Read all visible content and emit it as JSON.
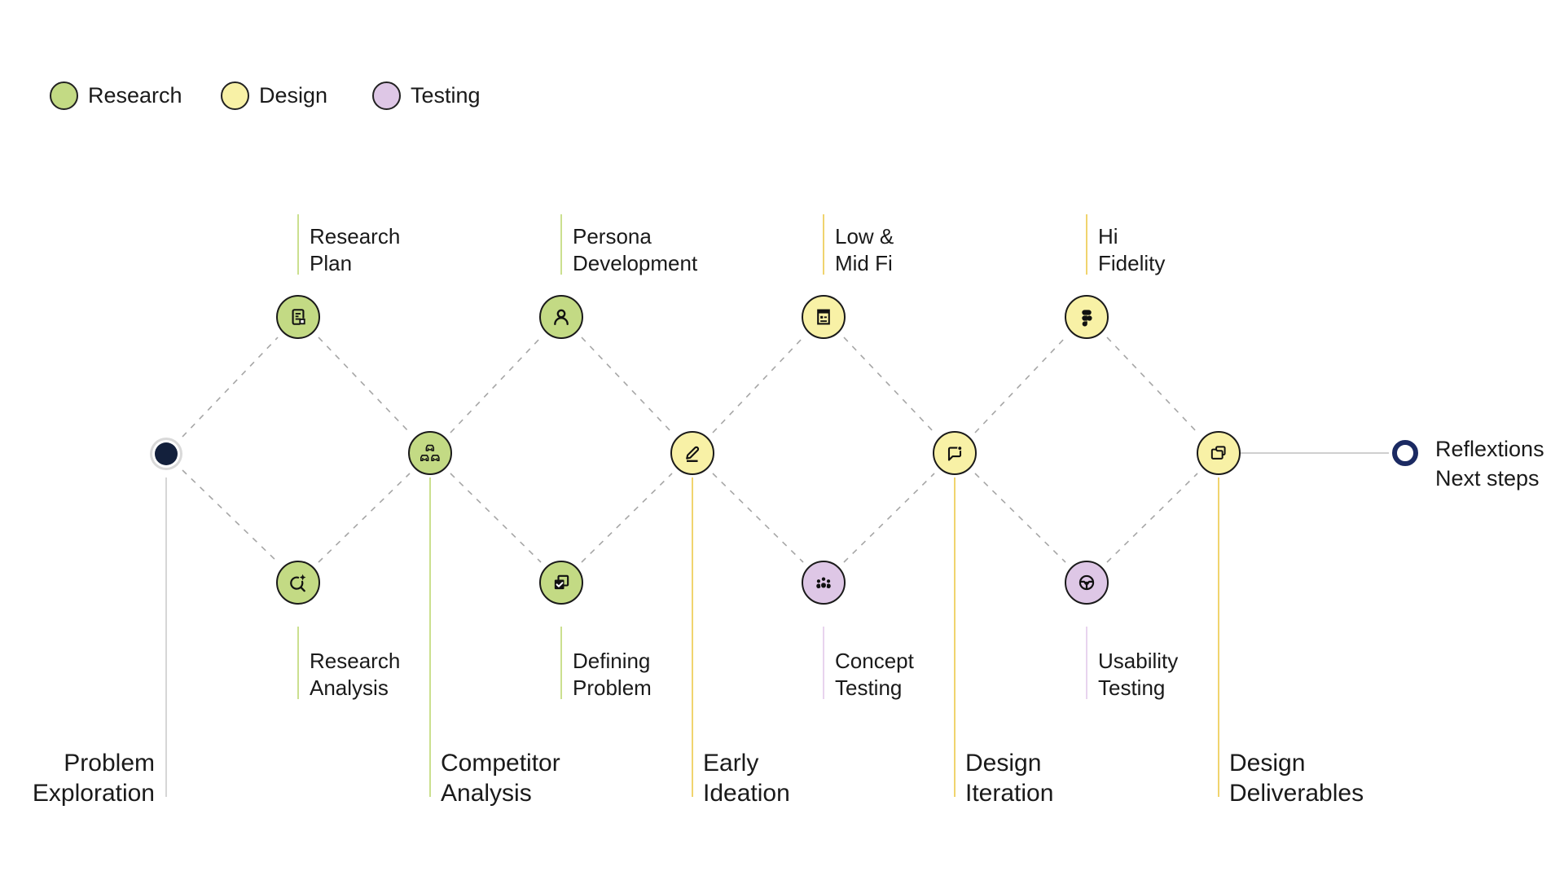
{
  "legend": {
    "items": [
      {
        "label": "Research",
        "color": "#c3da84"
      },
      {
        "label": "Design",
        "color": "#f8f1a6"
      },
      {
        "label": "Testing",
        "color": "#dec7e6"
      }
    ]
  },
  "palette": {
    "research_fill": "#c3da84",
    "design_fill": "#f8f1a6",
    "testing_fill": "#dec7e6",
    "research_line": "#cbe08f",
    "design_line": "#f0d46e",
    "testing_line": "#e8d4ee",
    "neutral_line": "#d6d6d6",
    "connector_dash": "#a6a6a6",
    "start_dot": "#13203c",
    "end_ring": "#1b2a62",
    "text": "#1a1a1a"
  },
  "stages": {
    "research_plan": {
      "label": "Research\nPlan",
      "category": "Research",
      "icon": "document-icon"
    },
    "research_analysis": {
      "label": "Research\nAnalysis",
      "category": "Research",
      "icon": "search-sparkle-icon"
    },
    "competitor_analysis": {
      "label": "Competitor\nAnalysis",
      "category": "Research",
      "icon": "cars-icon"
    },
    "persona_development": {
      "label": "Persona\nDevelopment",
      "category": "Research",
      "icon": "person-icon"
    },
    "defining_problem": {
      "label": "Defining\nProblem",
      "category": "Research",
      "icon": "checked-copies-icon"
    },
    "early_ideation": {
      "label": "Early\nIdeation",
      "category": "Design",
      "icon": "pencil-icon"
    },
    "low_mid_fi": {
      "label": "Low &\nMid Fi",
      "category": "Design",
      "icon": "wireframe-icon"
    },
    "concept_testing": {
      "label": "Concept\nTesting",
      "category": "Testing",
      "icon": "user-group-icon"
    },
    "design_iteration": {
      "label": "Design\nIteration",
      "category": "Design",
      "icon": "chat-bubble-icon"
    },
    "hi_fidelity": {
      "label": "Hi\nFidelity",
      "category": "Design",
      "icon": "figma-icon"
    },
    "usability_testing": {
      "label": "Usability\nTesting",
      "category": "Testing",
      "icon": "steering-wheel-icon"
    },
    "design_deliverables": {
      "label": "Design\nDeliverables",
      "category": "Design",
      "icon": "folders-icon"
    },
    "problem_exploration": {
      "label": "Problem\nExploration"
    },
    "reflections": {
      "label": "Reflextions\nNext steps"
    }
  }
}
